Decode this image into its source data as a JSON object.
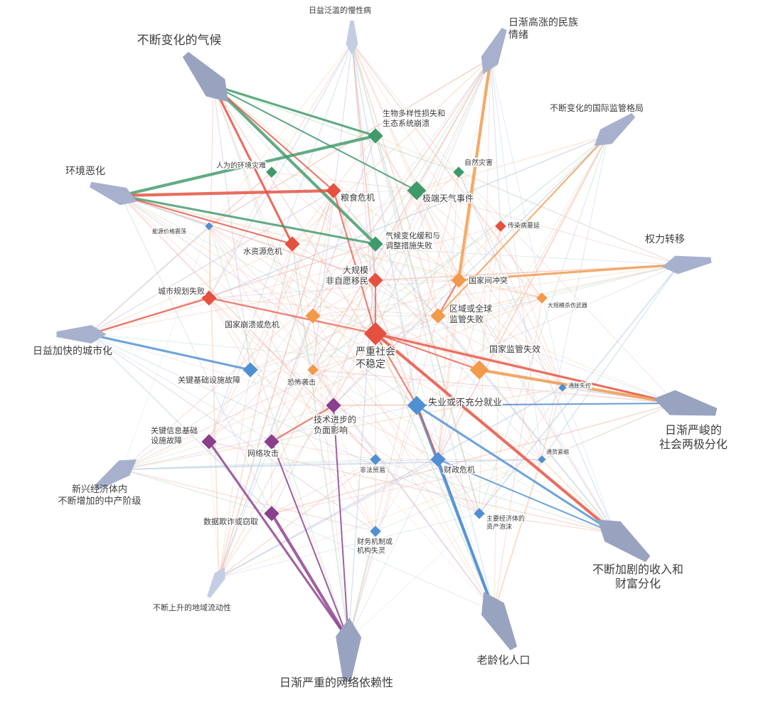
{
  "trends": [
    {
      "id": "t_chronic",
      "label": "日益泛滥的慢性病",
      "size": "small"
    },
    {
      "id": "t_nation",
      "label": "日渐高涨的民族\n情绪",
      "size": "medium"
    },
    {
      "id": "t_regul",
      "label": "不断变化的国际监管格局",
      "size": "medium"
    },
    {
      "id": "t_power",
      "label": "权力转移",
      "size": "medium"
    },
    {
      "id": "t_polar",
      "label": "日渐严峻的\n社会两极分化",
      "size": "large"
    },
    {
      "id": "t_income",
      "label": "不断加剧的收入和\n财富分化",
      "size": "large"
    },
    {
      "id": "t_aging",
      "label": "老龄化人口",
      "size": "large"
    },
    {
      "id": "t_cyber",
      "label": "日渐严重的网络依赖性",
      "size": "large"
    },
    {
      "id": "t_mobility",
      "label": "不断上升的地域流动性",
      "size": "small"
    },
    {
      "id": "t_middle",
      "label": "新兴经济体内\n不断增加的中产阶级",
      "size": "medium"
    },
    {
      "id": "t_urban",
      "label": "日益加快的城市化",
      "size": "medium"
    },
    {
      "id": "t_env",
      "label": "环境恶化",
      "size": "medium"
    },
    {
      "id": "t_climate",
      "label": "不断变化的气候",
      "size": "large"
    }
  ],
  "risks": [
    {
      "id": "r_biodiv",
      "label": "生物多样性损失和\n生态系统崩溃",
      "category": "environmental",
      "size": "m"
    },
    {
      "id": "r_natural",
      "label": "自然灾害",
      "category": "environmental",
      "size": "s"
    },
    {
      "id": "r_human_env",
      "label": "人为的环境灾难",
      "category": "environmental",
      "size": "s"
    },
    {
      "id": "r_extreme",
      "label": "极端天气事件",
      "category": "environmental",
      "size": "l"
    },
    {
      "id": "r_climate_fail",
      "label": "气候变化缓和与\n调整措施失败",
      "category": "environmental",
      "size": "m"
    },
    {
      "id": "r_food",
      "label": "粮食危机",
      "category": "societal",
      "size": "m"
    },
    {
      "id": "r_infect",
      "label": "传染病蔓延",
      "category": "societal",
      "size": "s"
    },
    {
      "id": "r_water",
      "label": "水资源危机",
      "category": "societal",
      "size": "m"
    },
    {
      "id": "r_migration",
      "label": "大规模\n非自愿移民",
      "category": "societal",
      "size": "m"
    },
    {
      "id": "r_urban_fail",
      "label": "城市规划失败",
      "category": "societal",
      "size": "m"
    },
    {
      "id": "r_instab",
      "label": "严重社会\n不稳定",
      "category": "societal",
      "size": "xl"
    },
    {
      "id": "r_energy",
      "label": "能源价格震荡",
      "category": "economic",
      "size": "xs"
    },
    {
      "id": "r_interstate",
      "label": "国家间冲突",
      "category": "geopolitical",
      "size": "m"
    },
    {
      "id": "r_wmd",
      "label": "大规模杀伤武器",
      "category": "geopolitical",
      "size": "s"
    },
    {
      "id": "r_governance",
      "label": "区域或全球\n监管失败",
      "category": "geopolitical",
      "size": "m"
    },
    {
      "id": "r_state_collapse",
      "label": "国家崩溃或危机",
      "category": "geopolitical",
      "size": "m"
    },
    {
      "id": "r_national_gov",
      "label": "国家监管失效",
      "category": "geopolitical",
      "size": "l"
    },
    {
      "id": "r_terror",
      "label": "恐怖袭击",
      "category": "geopolitical",
      "size": "s"
    },
    {
      "id": "r_infra",
      "label": "关键基础设施故障",
      "category": "economic",
      "size": "m"
    },
    {
      "id": "r_deflation",
      "label": "通胀失控",
      "category": "economic",
      "size": "xs"
    },
    {
      "id": "r_unemploy",
      "label": "失业或不充分就业",
      "category": "economic",
      "size": "l"
    },
    {
      "id": "r_tech",
      "label": "技术进步的\n负面影响",
      "category": "technological",
      "size": "m"
    },
    {
      "id": "r_info_infra",
      "label": "关键信息基础\n设施故障",
      "category": "technological",
      "size": "m"
    },
    {
      "id": "r_cyberattack",
      "label": "网络攻击",
      "category": "technological",
      "size": "m"
    },
    {
      "id": "r_illicit",
      "label": "非法贸易",
      "category": "economic",
      "size": "s"
    },
    {
      "id": "r_fiscal",
      "label": "财政危机",
      "category": "economic",
      "size": "m"
    },
    {
      "id": "r_deflation2",
      "label": "通货紧缩",
      "category": "economic",
      "size": "xs"
    },
    {
      "id": "r_bubble",
      "label": "主要经济体的\n资产泡沫",
      "category": "economic",
      "size": "s"
    },
    {
      "id": "r_data_fraud",
      "label": "数据欺诈或窃取",
      "category": "technological",
      "size": "m"
    },
    {
      "id": "r_financial",
      "label": "财务机制或\n机构失灵",
      "category": "economic",
      "size": "s"
    }
  ],
  "colors": {
    "trend": "#a7b1cd",
    "trend_large": "#98a3c0",
    "trend_light": "#c4cde4",
    "environmental": "#3f9a6a",
    "societal": "#e5503f",
    "geopolitical": "#f09a4a",
    "economic": "#4f90d3",
    "technological": "#8b3f8c"
  },
  "strong_links": [
    [
      "t_climate",
      "r_extreme"
    ],
    [
      "t_climate",
      "r_biodiv"
    ],
    [
      "t_climate",
      "r_climate_fail"
    ],
    [
      "t_climate",
      "r_food"
    ],
    [
      "t_climate",
      "r_water"
    ],
    [
      "t_env",
      "r_biodiv"
    ],
    [
      "t_env",
      "r_water"
    ],
    [
      "t_env",
      "r_climate_fail"
    ],
    [
      "t_env",
      "r_food"
    ],
    [
      "t_cyber",
      "r_cyberattack"
    ],
    [
      "t_cyber",
      "r_info_infra"
    ],
    [
      "t_cyber",
      "r_data_fraud"
    ],
    [
      "t_cyber",
      "r_tech"
    ],
    [
      "t_income",
      "r_unemploy"
    ],
    [
      "t_income",
      "r_instab"
    ],
    [
      "t_income",
      "r_fiscal"
    ],
    [
      "t_polar",
      "r_instab"
    ],
    [
      "t_polar",
      "r_national_gov"
    ],
    [
      "t_polar",
      "r_unemploy"
    ],
    [
      "t_aging",
      "r_fiscal"
    ],
    [
      "t_aging",
      "r_unemploy"
    ],
    [
      "t_urban",
      "r_urban_fail"
    ],
    [
      "t_urban",
      "r_infra"
    ],
    [
      "t_nation",
      "r_interstate"
    ],
    [
      "t_regul",
      "r_governance"
    ],
    [
      "t_power",
      "r_interstate"
    ]
  ]
}
